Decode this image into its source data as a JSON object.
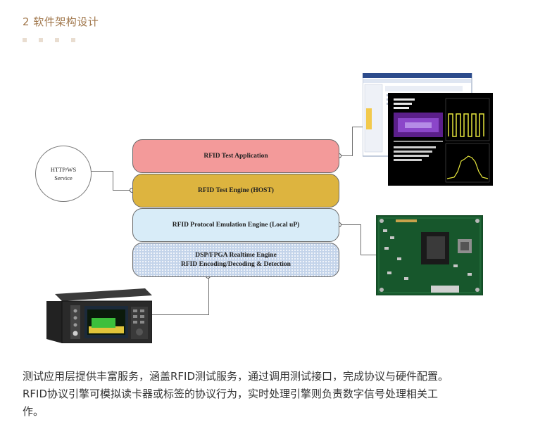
{
  "section": {
    "heading": "2 软件架构设计"
  },
  "diagram": {
    "layers": [
      {
        "label": "RFID Test Application"
      },
      {
        "label": "RFID Test Engine (HOST)"
      },
      {
        "label": "RFID Protocol Emulation Engine (Local uP)"
      },
      {
        "label_line1": "DSP/FPGA Realtime Engine",
        "label_line2": "RFID Encoding/Decoding & Detection"
      }
    ],
    "service": {
      "line1": "HTTP/WS",
      "line2": "Service"
    },
    "colors": {
      "application": "#f39a9a",
      "engine": "#ddb43f",
      "protocol": "#d8ecf8",
      "dsp": "#c4d4ea"
    }
  },
  "body": {
    "line1": "测试应用层提供丰富服务，涵盖RFID测试服务，通过调用测试接口，完成协议与硬件配置。",
    "line2": "RFID协议引擎可模拟读卡器或标签的协议行为，实时处理引擎则负责数字信号处理相关工",
    "line3": "作。"
  }
}
